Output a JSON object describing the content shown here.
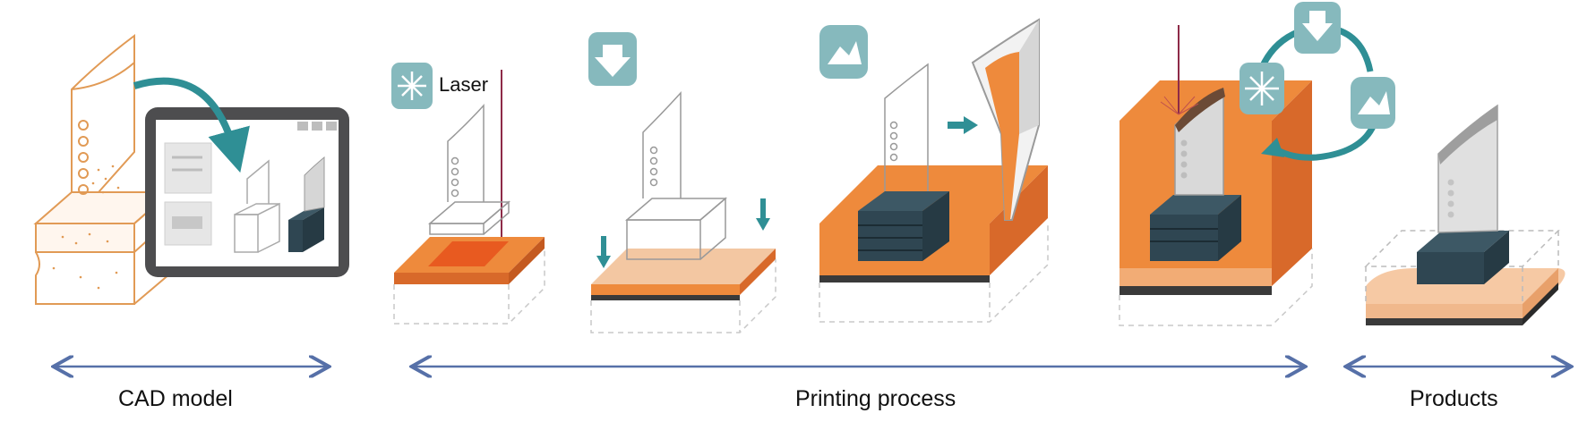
{
  "labels": {
    "laser": "Laser",
    "cad_model": "CAD model",
    "printing_process": "Printing process",
    "products": "Products"
  },
  "colors": {
    "orange": "#ee8a3c",
    "orange_dark": "#d8692a",
    "orange_outline": "#e19a55",
    "teal": "#2f8f95",
    "teal_light": "#86b9bd",
    "slate": "#2f4652",
    "gray_frame": "#4d4d4f",
    "arrow_blue": "#5670a8",
    "laser_red": "#8e2b48",
    "sand": "#f6c9a4"
  },
  "icons": [
    "laser-icon",
    "down-arrow-icon",
    "powder-icon",
    "cycle-arrow-icon",
    "double-headed-arrow-icon"
  ]
}
